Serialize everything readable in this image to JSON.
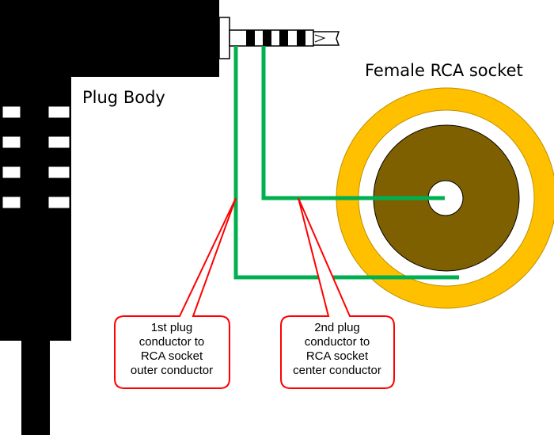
{
  "labels": {
    "plug_body": "Plug Body",
    "rca_socket": "Female RCA socket"
  },
  "callouts": [
    {
      "lines": [
        "1st plug",
        "conductor to",
        "RCA socket",
        "outer conductor"
      ]
    },
    {
      "lines": [
        "2nd plug",
        "conductor to",
        "RCA socket",
        "center conductor"
      ]
    }
  ],
  "colors": {
    "plug": "#000000",
    "wire": "#00b050",
    "callout_border": "#ff0000",
    "socket_outer": "#ffc000",
    "socket_inner": "#7f6000",
    "socket_gap": "#ffffff"
  }
}
